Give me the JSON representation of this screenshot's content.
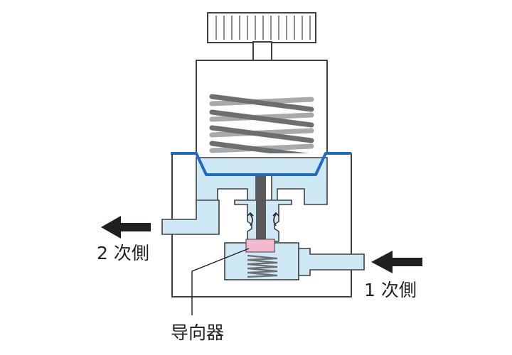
{
  "labels": {
    "secondary_side": "2 次側",
    "primary_side": "1 次側",
    "guide": "导向器"
  },
  "colors": {
    "outline": "#404040",
    "fluid": "#cfe8f6",
    "fluid_dark": "#a9d5ee",
    "diaphragm": "#1f6bbd",
    "spring": "#6d6e70",
    "spring_light": "#a7a9ac",
    "guide": "#f4b8cf",
    "arrow": "#231f20"
  },
  "icons": {
    "knob": "knurled-knob-icon",
    "flow_arrow": "left-arrow-icon"
  }
}
